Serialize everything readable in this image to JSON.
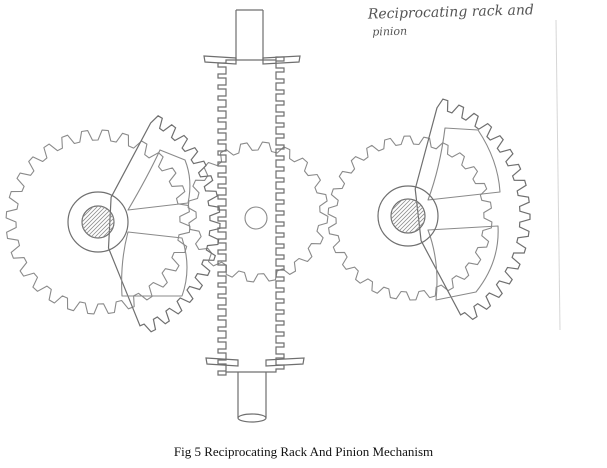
{
  "handwritten_title": {
    "line1": "Reciprocating rack and",
    "line2": "pinion"
  },
  "caption": "Fig 5 Reciprocating Rack And Pinion Mechanism"
}
